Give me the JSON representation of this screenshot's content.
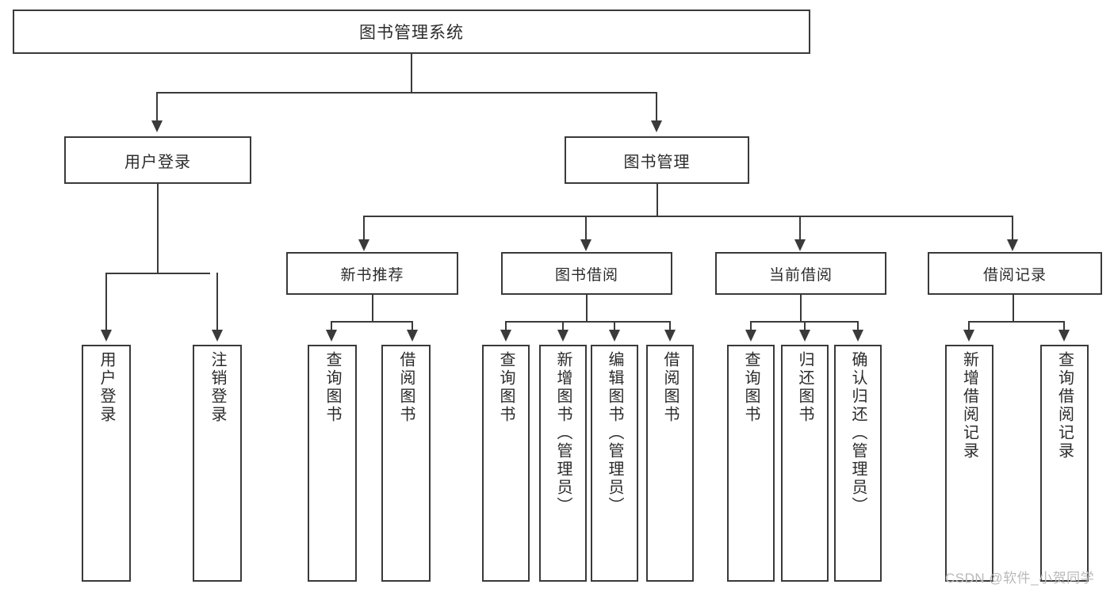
{
  "diagram": {
    "type": "tree",
    "title": "图书管理系统",
    "watermark": "CSDN @软件_小贺同学",
    "colors": {
      "background": "#ffffff",
      "stroke": "#3a3a3a",
      "text": "#2b2b2b",
      "watermark": "#b9b9b9"
    },
    "root": {
      "label": "图书管理系统"
    },
    "level2": [
      {
        "label": "用户登录"
      },
      {
        "label": "图书管理"
      }
    ],
    "level3": [
      {
        "label": "新书推荐"
      },
      {
        "label": "图书借阅"
      },
      {
        "label": "当前借阅"
      },
      {
        "label": "借阅记录"
      }
    ],
    "leaves": {
      "user_login": [
        {
          "label": "用户登录"
        },
        {
          "label": "注销登录"
        }
      ],
      "new_book": [
        {
          "label": "查询图书"
        },
        {
          "label": "借阅图书"
        }
      ],
      "book_borrow": [
        {
          "label": "查询图书"
        },
        {
          "label": "新增图书（管理员）"
        },
        {
          "label": "编辑图书（管理员）"
        },
        {
          "label": "借阅图书"
        }
      ],
      "current_borrow": [
        {
          "label": "查询图书"
        },
        {
          "label": "归还图书"
        },
        {
          "label": "确认归还（管理员）"
        }
      ],
      "borrow_record": [
        {
          "label": "新增借阅记录"
        },
        {
          "label": "查询借阅记录"
        }
      ]
    }
  }
}
